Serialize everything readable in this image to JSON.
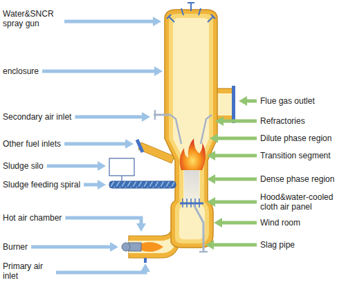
{
  "diagram": {
    "labels": [
      "Water&SNCR spray gun",
      "enclosure",
      "Secondary air inlet",
      "Other fuel inlets",
      "Sludge silo",
      "Sludge feeding spiral",
      "Hot air chamber",
      "Burner",
      "Primary air inlet",
      "Flue gas outlet",
      "Refractories",
      "Dilute phase region",
      "Transition segment",
      "Dense phase region",
      "Hood&water-cooled cloth air panel",
      "Wind room",
      "Slag pipe"
    ]
  }
}
